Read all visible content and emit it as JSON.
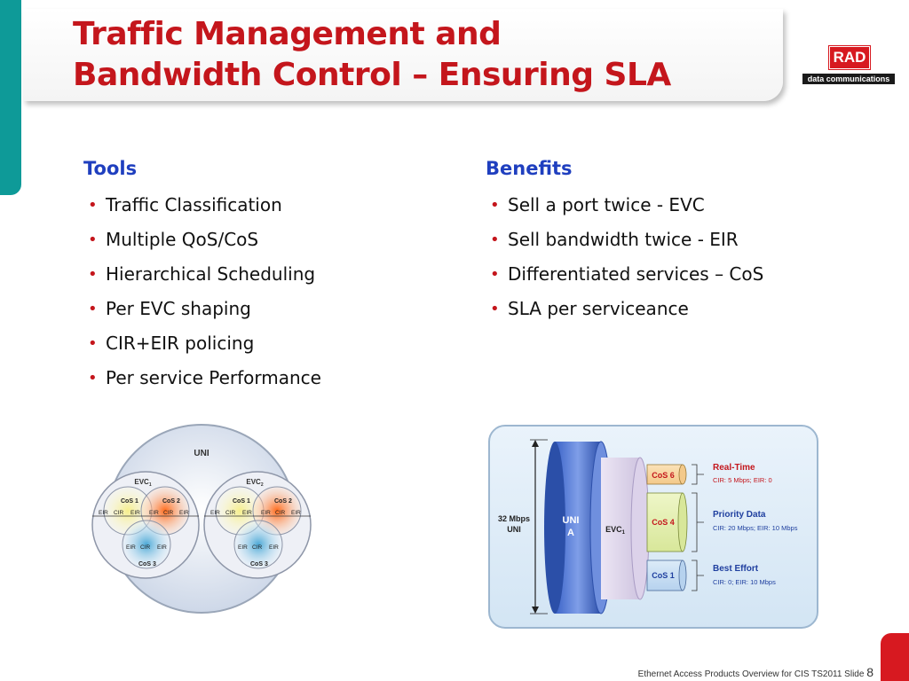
{
  "slide": {
    "title_line1": "Traffic Management and",
    "title_line2": "Bandwidth Control – Ensuring SLA"
  },
  "logo": {
    "brand": "RAD",
    "tagline": "data communications",
    "brand_color": "#d71920"
  },
  "tools": {
    "heading": "Tools",
    "items": [
      "Traffic Classification",
      "Multiple QoS/CoS",
      "Hierarchical Scheduling",
      "Per EVC shaping",
      "CIR+EIR policing",
      "Per service Performance"
    ]
  },
  "benefits": {
    "heading": "Benefits",
    "items": [
      "Sell a port twice - EVC",
      "Sell bandwidth twice - EIR",
      "Differentiated services – CoS",
      "SLA per serviceance"
    ]
  },
  "diagram_uni": {
    "uni": "UNI",
    "evc1": "EVC",
    "evc2": "EVC",
    "sub1": "1",
    "sub2": "2",
    "cos1": "CoS 1",
    "cos2": "CoS 2",
    "cos3": "CoS 3",
    "eir": "EIR",
    "cir": "CIR"
  },
  "diagram_bw": {
    "port_speed": "32 Mbps",
    "port_unit": "UNI",
    "uni_a_1": "UNI",
    "uni_a_2": "A",
    "evc": "EVC",
    "evc_sub": "1",
    "classes": [
      {
        "cos": "CoS 6",
        "name": "Real-Time",
        "detail": "CIR: 5 Mbps; EIR: 0"
      },
      {
        "cos": "CoS 4",
        "name": "Priority Data",
        "detail": "CIR: 20 Mbps; EIR: 10 Mbps"
      },
      {
        "cos": "CoS 1",
        "name": "Best Effort",
        "detail": "CIR: 0; EIR: 10 Mbps"
      }
    ],
    "accent_red": "#c4161c",
    "accent_blue": "#1f3f9f"
  },
  "footer": {
    "text": "Ethernet Access Products Overview for CIS TS2011 Slide",
    "slide_number": "8"
  }
}
